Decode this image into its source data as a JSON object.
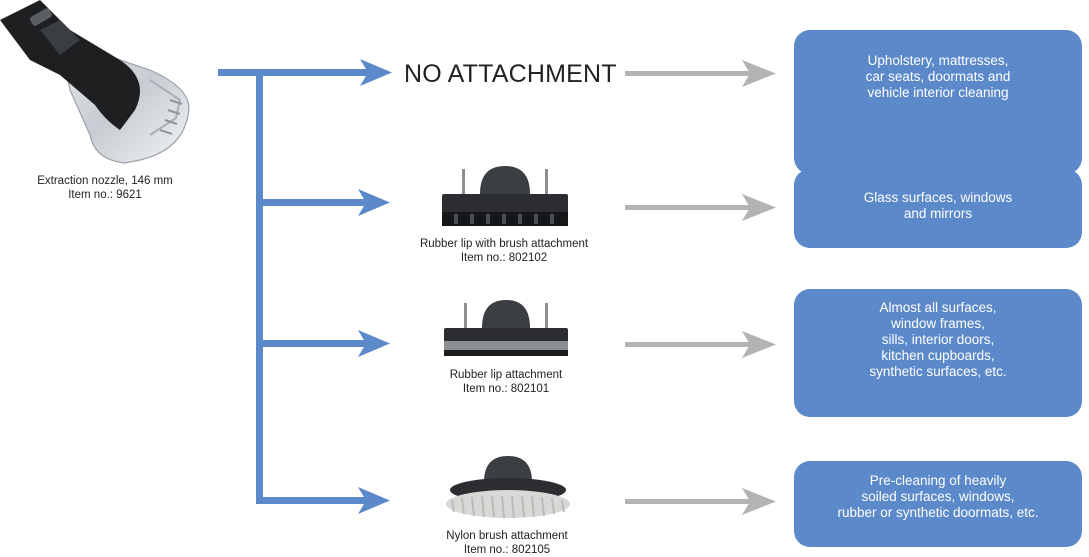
{
  "nozzle": {
    "name": "Extraction nozzle, 146 mm",
    "item": "Item no.: 9621"
  },
  "rows": [
    {
      "attachment": "NO ATTACHMENT",
      "use": "Upholstery, mattresses,\ncar seats, doormats and\nvehicle interior cleaning"
    },
    {
      "name": "Rubber lip with brush attachment",
      "item": "Item no.: 802102",
      "use": "Glass surfaces, windows\nand mirrors"
    },
    {
      "name": "Rubber lip attachment",
      "item": "Item no.: 802101",
      "use": "Almost all surfaces,\nwindow frames,\nsills, interior doors,\nkitchen cupboards,\nsynthetic surfaces, etc."
    },
    {
      "name": "Nylon brush attachment",
      "item": "Item no.: 802105",
      "use": "Pre-cleaning of heavily\nsoiled surfaces, windows,\nrubber or synthetic doormats, etc."
    }
  ],
  "colors": {
    "blue_connector": "#5b89c9",
    "gray_arrow": "#b3b3b3",
    "use_box": "#5b89c9"
  }
}
